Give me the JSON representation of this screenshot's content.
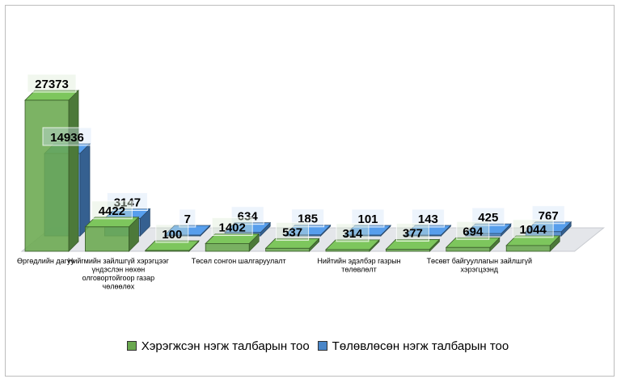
{
  "chart_data": {
    "type": "bar",
    "categories": [
      "Өргөдлийн дагуу",
      "Нийгмийн зайлшгүй хэрэгцээг үндэслэн нөхөн олговортойгоор газар чөлөөлөх",
      "",
      "Төсөл сонгон шалгаруулалт",
      "",
      "Нийтийн эдэлбэр газрын төлөвлөлт",
      "",
      "Төсөвт байгууллагын зайлшгүй хэрэгцээнд"
    ],
    "series": [
      {
        "name": "Хэрэгжсэн нэгж талбарын тоо",
        "color": "#6aa84f",
        "values": [
          27373,
          4422,
          100,
          1402,
          537,
          314,
          377,
          694,
          1044
        ]
      },
      {
        "name": "Төлөвлөсөн нэгж талбарын тоо",
        "color": "#4a86c8",
        "values": [
          14936,
          3147,
          7,
          634,
          185,
          101,
          143,
          425,
          767
        ]
      }
    ],
    "ylim": [
      0,
      30000
    ]
  }
}
